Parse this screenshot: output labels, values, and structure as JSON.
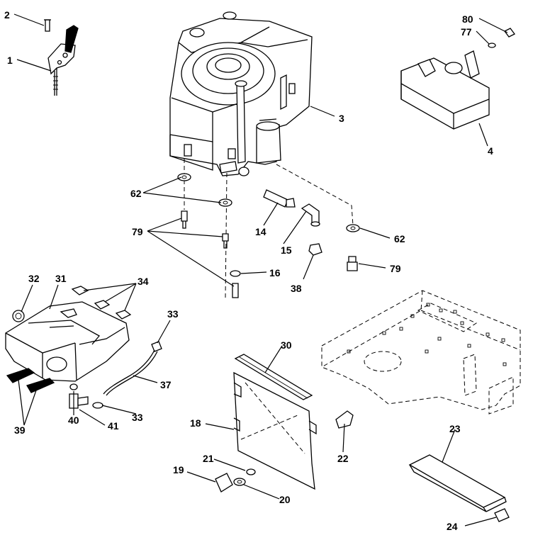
{
  "diagram": {
    "callouts": [
      {
        "id": "c2",
        "text": "2"
      },
      {
        "id": "c1",
        "text": "1"
      },
      {
        "id": "c80",
        "text": "80"
      },
      {
        "id": "c77",
        "text": "77"
      },
      {
        "id": "c3",
        "text": "3"
      },
      {
        "id": "c4",
        "text": "4"
      },
      {
        "id": "c62a",
        "text": "62"
      },
      {
        "id": "c79a",
        "text": "79"
      },
      {
        "id": "c14",
        "text": "14"
      },
      {
        "id": "c15",
        "text": "15"
      },
      {
        "id": "c62b",
        "text": "62"
      },
      {
        "id": "c79b",
        "text": "79"
      },
      {
        "id": "c16",
        "text": "16"
      },
      {
        "id": "c38",
        "text": "38"
      },
      {
        "id": "c32",
        "text": "32"
      },
      {
        "id": "c31",
        "text": "31"
      },
      {
        "id": "c34",
        "text": "34"
      },
      {
        "id": "c33a",
        "text": "33"
      },
      {
        "id": "c37",
        "text": "37"
      },
      {
        "id": "c33b",
        "text": "33"
      },
      {
        "id": "c39",
        "text": "39"
      },
      {
        "id": "c40",
        "text": "40"
      },
      {
        "id": "c41",
        "text": "41"
      },
      {
        "id": "c30",
        "text": "30"
      },
      {
        "id": "c18",
        "text": "18"
      },
      {
        "id": "c22",
        "text": "22"
      },
      {
        "id": "c21",
        "text": "21"
      },
      {
        "id": "c19",
        "text": "19"
      },
      {
        "id": "c20",
        "text": "20"
      },
      {
        "id": "c23",
        "text": "23"
      },
      {
        "id": "c24",
        "text": "24"
      }
    ]
  }
}
